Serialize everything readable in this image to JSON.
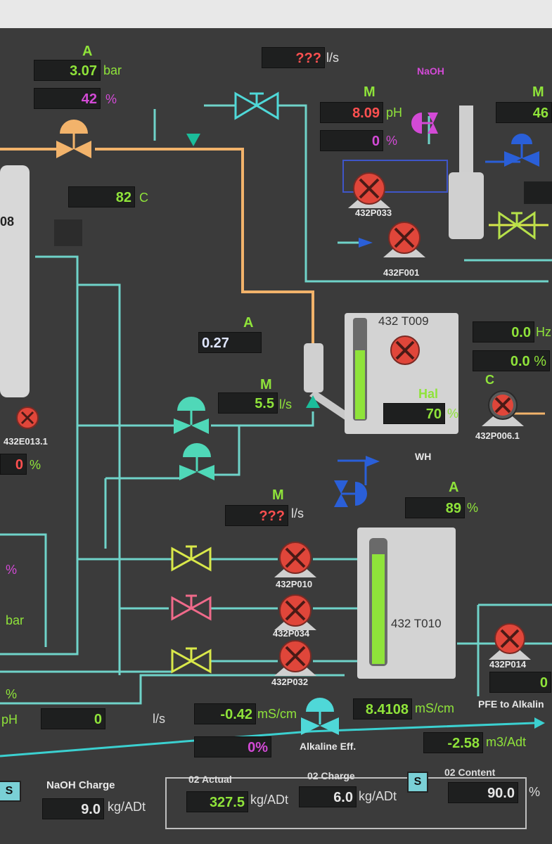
{
  "title_row": {
    "flow_top": "???",
    "flow_top_unit": "l/s"
  },
  "left_top": {
    "mode": "A",
    "pressure": "3.07",
    "pressure_unit": "bar",
    "percent": "42",
    "percent_unit": "%"
  },
  "temp": {
    "value": "82",
    "unit": "C"
  },
  "tank_left": {
    "label_fragment": "08"
  },
  "ph_block": {
    "mode": "M",
    "ph": "8.09",
    "ph_unit": "pH",
    "percent": "0",
    "percent_unit": "%",
    "naoh_label": "NaOH"
  },
  "right_top": {
    "mode": "M",
    "value": "46"
  },
  "pumps": {
    "p033": "432P033",
    "f001": "432F001",
    "p006": "432P006.1",
    "p010": "432P010",
    "p034": "432P034",
    "p032": "432P032",
    "p014": "432P014",
    "e013": "432E013.1"
  },
  "t009": {
    "label": "432 T009",
    "level_label": "Hal",
    "level": "70",
    "level_unit": "%",
    "level_fraction": 0.7
  },
  "mid_a": {
    "mode": "A",
    "value": "0.27"
  },
  "mid_flow": {
    "mode": "M",
    "value": "5.5",
    "unit": "l/s"
  },
  "right_mid": {
    "freq": "0.0",
    "freq_unit": "Hz",
    "pct": "0.0",
    "pct_unit": "%",
    "mode_c": "C"
  },
  "left_mid": {
    "pct": "0",
    "pct_unit": "%"
  },
  "wh_label": "WH",
  "flow_mid": {
    "mode": "M",
    "value": "???",
    "unit": "l/s"
  },
  "t010": {
    "label": "432 T010",
    "mode": "A",
    "level": "89",
    "level_unit": "%",
    "level_fraction": 0.89
  },
  "left_edge": {
    "pct1": "%",
    "bar": "bar",
    "pct2": "%",
    "ph": "pH"
  },
  "bottom_row": {
    "ph_value": "0",
    "ls_unit": "l/s",
    "cond1": "-0.42",
    "cond1_unit": "mS/cm",
    "cond2": "8.4108",
    "cond2_unit": "mS/cm",
    "pct": "0",
    "pct_unit": "%",
    "alk_label": "Alkaline Eff.",
    "pfe_label": "PFE to Alkalin",
    "flow_adt": "-2.58",
    "flow_adt_unit": "m3/Adt",
    "p014_value": "0"
  },
  "footer": {
    "s_left": "S",
    "naoh_charge_label": "NaOH Charge",
    "naoh_charge": "9.0",
    "naoh_unit": "kg/ADt",
    "o2_actual_label": "02 Actual",
    "o2_actual": "327.5",
    "o2_actual_unit": "kg/ADt",
    "o2_charge_label": "02 Charge",
    "o2_charge": "6.0",
    "o2_charge_unit": "kg/ADt",
    "s_btn": "S",
    "o2_content_label": "02 Content",
    "o2_content": "90.0",
    "o2_content_unit": "%"
  },
  "colors": {
    "line_teal": "#6fd3c9",
    "line_orange": "#f2b36b",
    "line_green": "#9ad34a",
    "pump_red": "#e0463a",
    "valve_teal": "#4fd8b8",
    "valve_yellow": "#d9e84a",
    "valve_pink": "#ef6a8a",
    "valve_blue": "#2a5fd8",
    "level_green": "#8fe33a"
  }
}
